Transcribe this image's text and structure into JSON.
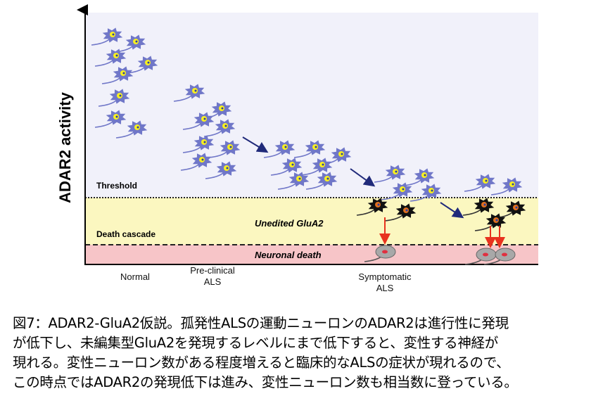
{
  "diagram": {
    "y_axis_label": "ADAR2 activity",
    "threshold_label": "Threshold",
    "death_cascade_label": "Death cascade",
    "unedited_label": "Unedited GluA2",
    "neuronal_death_label": "Neuronal death",
    "stages": [
      "Normal",
      "Pre-clinical\nALS",
      "Symptomatic\nALS"
    ],
    "colors": {
      "background": "#f1f1fa",
      "death_cascade": "#fbf7c0",
      "neuronal_death": "#f7c5c8",
      "healthy_neuron": "#7077c8",
      "arrow": "#202a7a",
      "death_arrow": "#e8321e"
    }
  },
  "caption": [
    "図7：ADAR2-GluA2仮説。孤発性ALSの運動ニューロンのADAR2は進行性に発現",
    "が低下し、未編集型GluA2を発現するレベルにまで低下すると、変性する神経が",
    "現れる。変性ニューロン数がある程度増えると臨床的なALSの症状が現れるので、",
    "この時点ではADAR2の発現低下は進み、変性ニューロン数も相当数に登っている。"
  ]
}
